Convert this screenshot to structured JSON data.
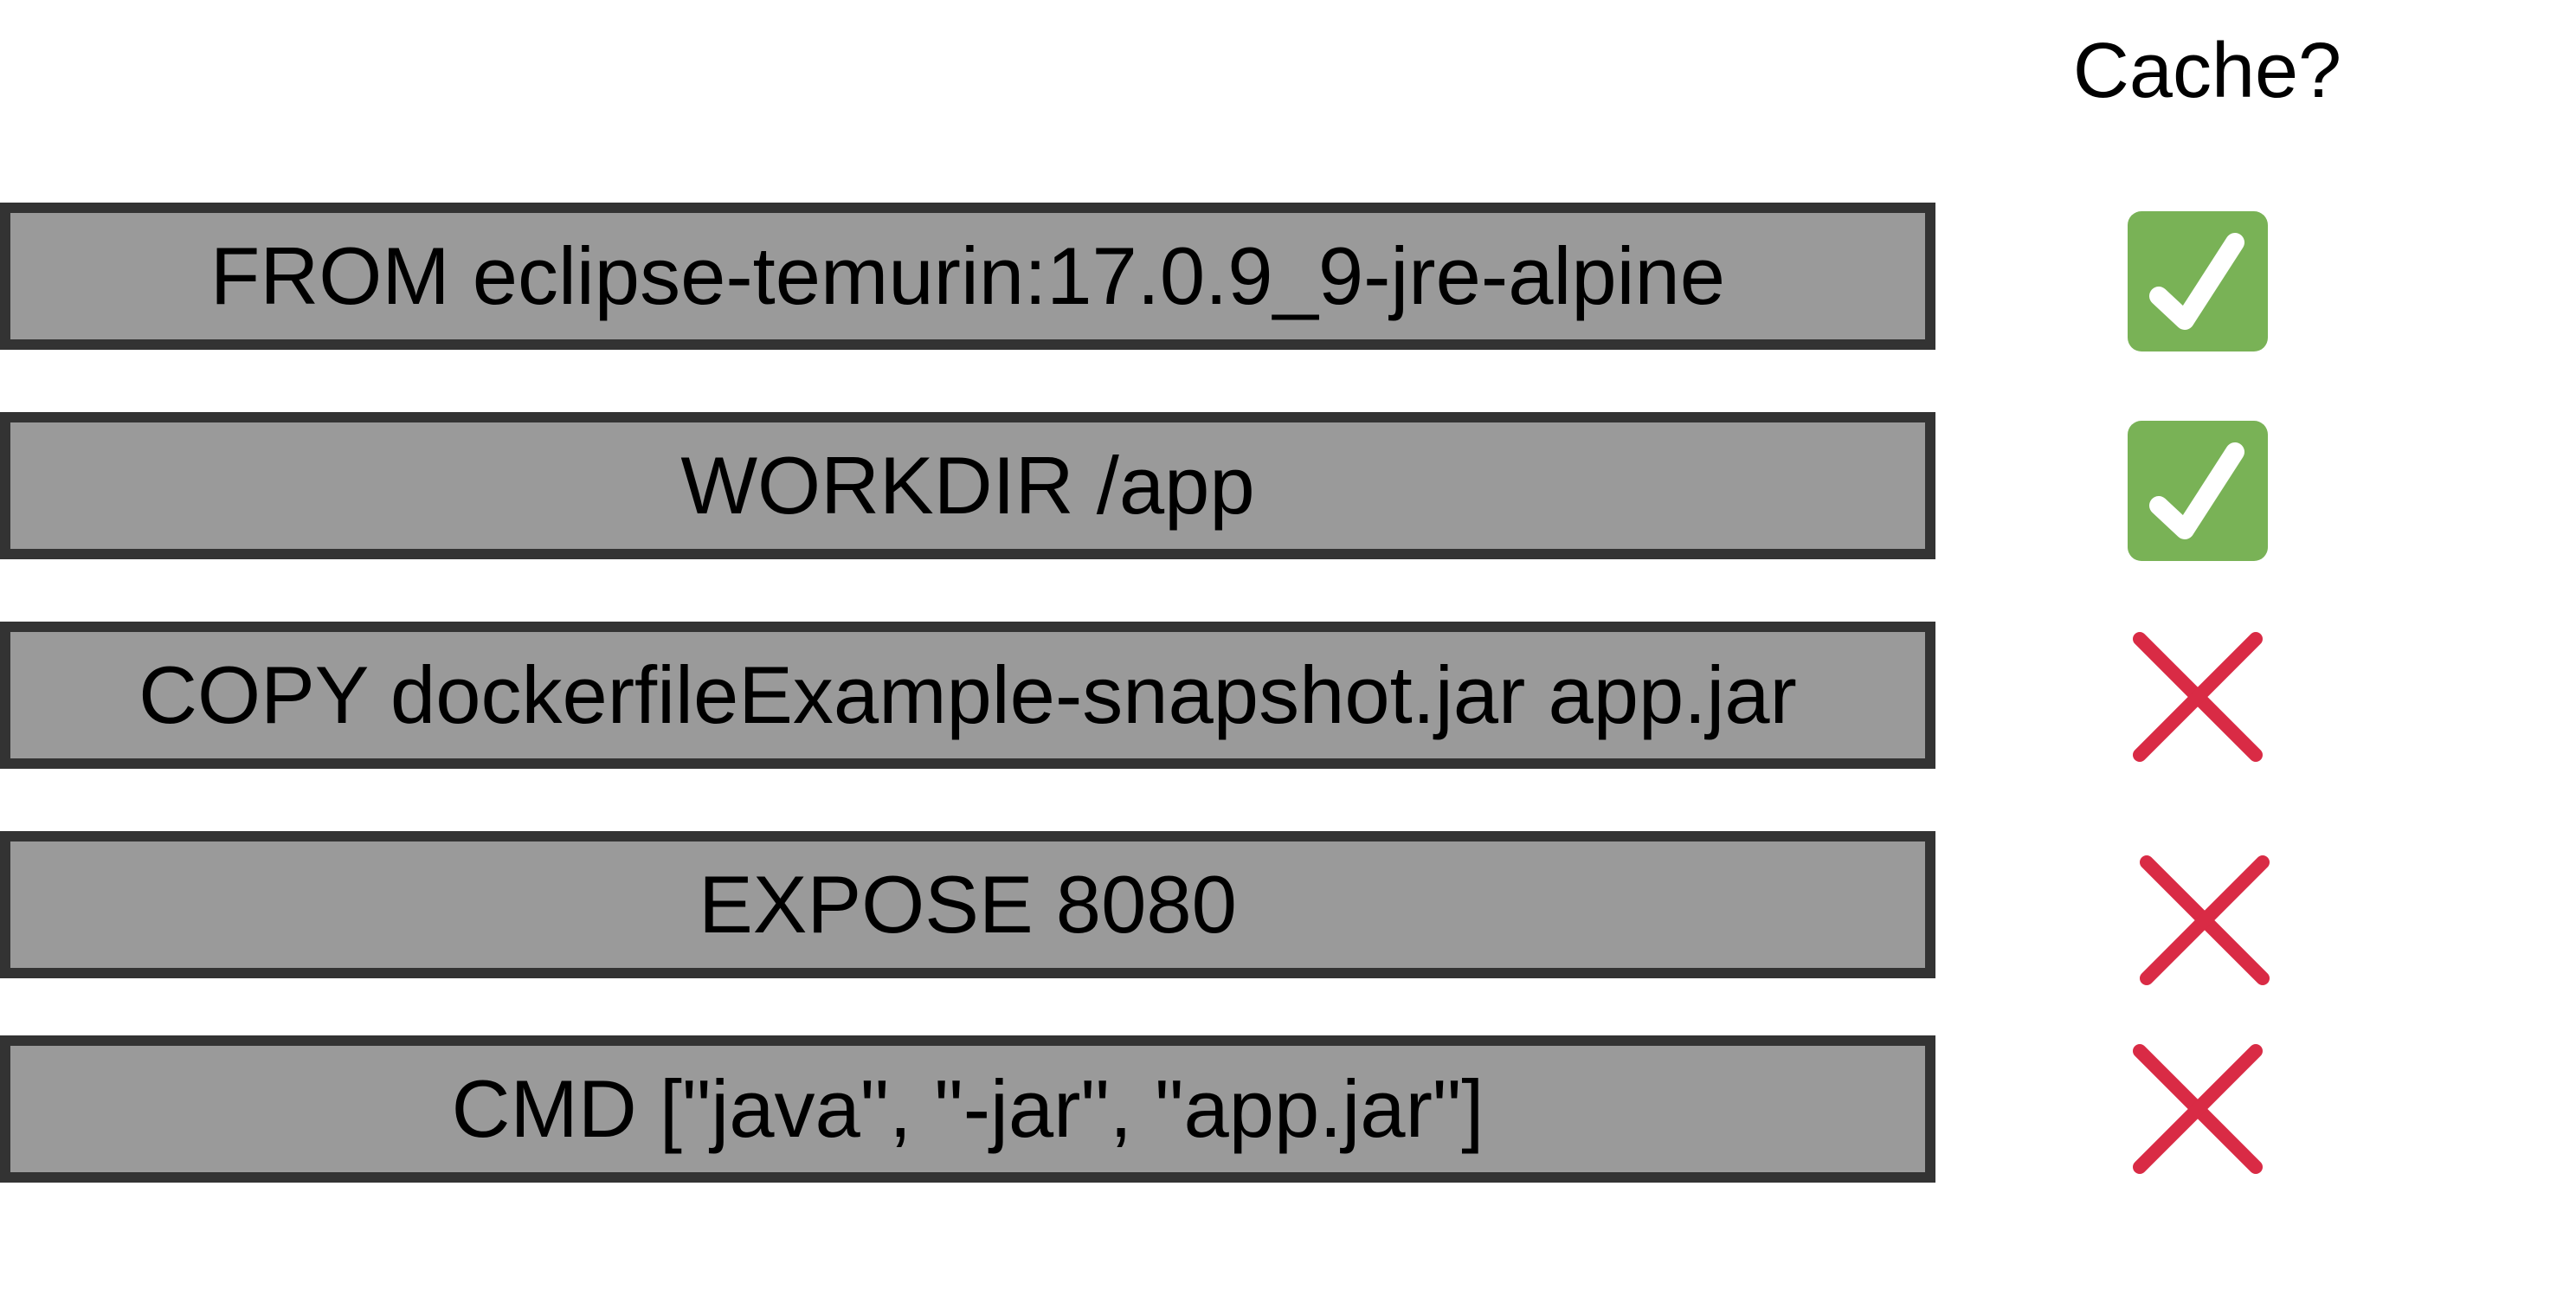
{
  "header": {
    "title": "Cache?"
  },
  "colors": {
    "layer_fill": "#9a9a9a",
    "layer_border": "#333333",
    "cache_hit": "#79b256",
    "cache_miss": "#d92b45"
  },
  "layers": [
    {
      "instruction": "FROM eclipse-temurin:17.0.9_9-jre-alpine",
      "cached": true,
      "icon": "checkmark-icon"
    },
    {
      "instruction": "WORKDIR /app",
      "cached": true,
      "icon": "checkmark-icon"
    },
    {
      "instruction": "COPY dockerfileExample-snapshot.jar app.jar",
      "cached": false,
      "icon": "cross-icon"
    },
    {
      "instruction": "EXPOSE 8080",
      "cached": false,
      "icon": "cross-icon"
    },
    {
      "instruction": "CMD [\"java\", \"-jar\", \"app.jar\"]",
      "cached": false,
      "icon": "cross-icon"
    }
  ]
}
